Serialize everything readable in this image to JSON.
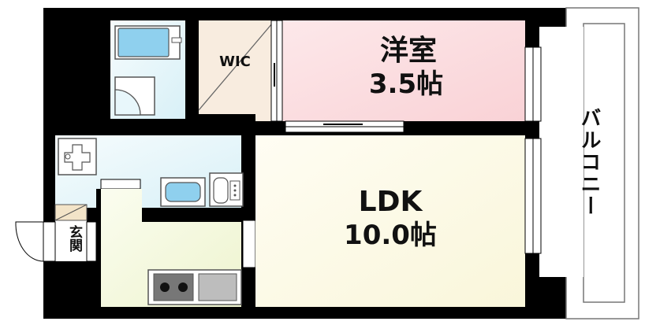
{
  "rooms": {
    "western_room": {
      "name": "洋室",
      "size": "3.5帖",
      "color": "#fbdde0"
    },
    "ldk": {
      "name": "LDK",
      "size": "10.0帖",
      "color": "#fdfcea"
    },
    "wic": {
      "name": "WIC",
      "color": "#f8ecdf"
    },
    "kitchen_color": "#f4f8de",
    "wet_area_color": "#e8f7fb"
  },
  "labels": {
    "balcony": "バルコニー",
    "entrance": "玄関"
  },
  "colors": {
    "wall": "#000000",
    "fixture_blue": "#8fd0ee",
    "stove": "#777777"
  }
}
